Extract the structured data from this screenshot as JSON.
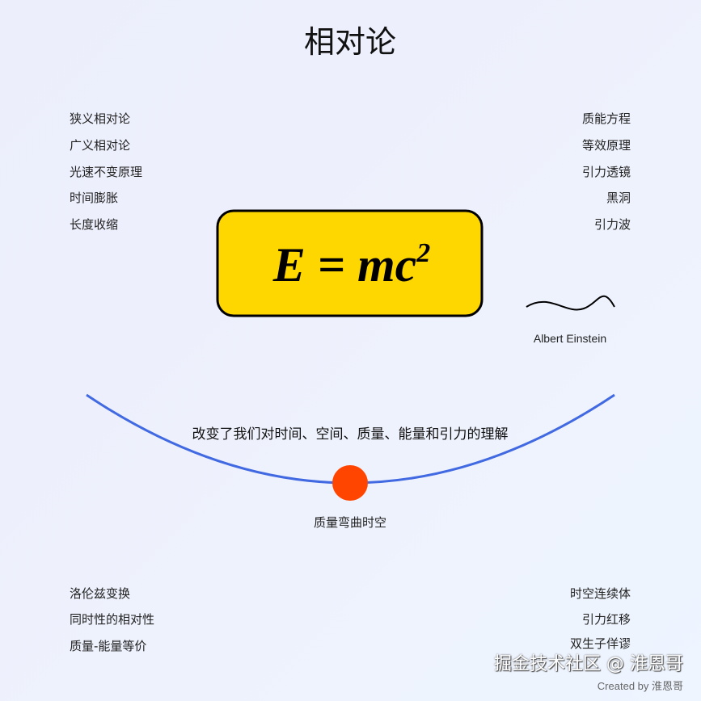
{
  "title": "相对论",
  "left_top": [
    "狭义相对论",
    "广义相对论",
    "光速不变原理",
    "时间膨胀",
    "长度收缩"
  ],
  "right_top": [
    "质能方程",
    "等效原理",
    "引力透镜",
    "黑洞",
    "引力波"
  ],
  "formula": {
    "main": "E = mc",
    "sup": "2",
    "fill": "#FFD700"
  },
  "signature": "Albert Einstein",
  "curve_caption": "改变了我们对时间、空间、质量、能量和引力的理解",
  "mass_caption": "质量弯曲时空",
  "left_bottom": [
    "洛伦兹变换",
    "同时性的相对性",
    "质量-能量等价"
  ],
  "right_bottom": [
    "时空连续体",
    "引力红移",
    "双生子佯谬"
  ],
  "colors": {
    "curve": "#4169E1",
    "mass": "#FF4500"
  },
  "watermark": "掘金技术社区 @ 淮恩哥",
  "credit": "Created by 淮恩哥"
}
